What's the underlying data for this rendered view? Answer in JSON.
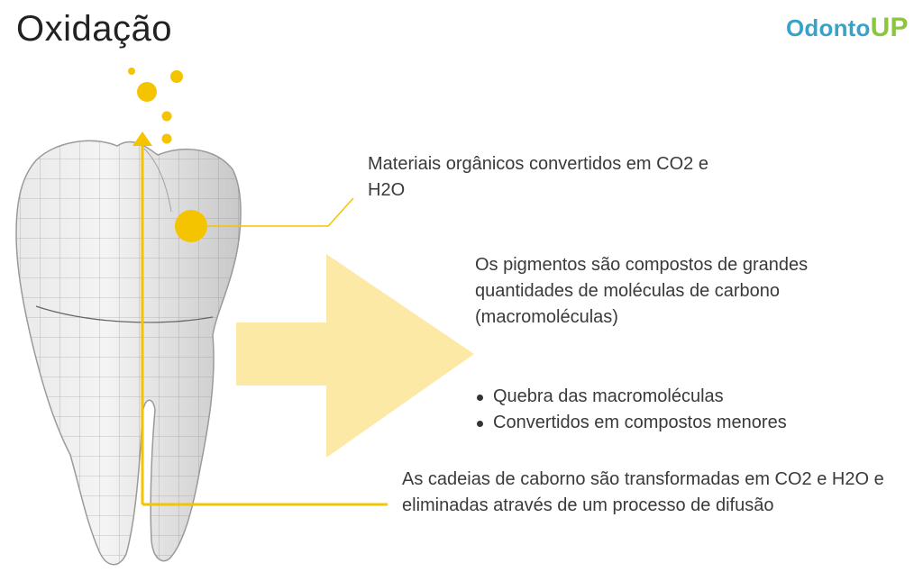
{
  "title": "Oxidação",
  "logo": {
    "part1": "Odonto",
    "part2": "UP"
  },
  "labels": {
    "organic": "Materiais orgânicos convertidos em CO2 e H2O",
    "pigments": "Os pigmentos são compostos de grandes quantidades de moléculas de carbono (macromoléculas)",
    "chains": "As cadeias de caborno são transformadas em CO2  e H2O e eliminadas através de um processo de difusão"
  },
  "bullets": [
    "Quebra das macromoléculas",
    "Convertidos em compostos menores"
  ],
  "colors": {
    "accent": "#f5c400",
    "arrow": "#fde9a6",
    "logo_primary": "#3aa2c8",
    "logo_secondary": "#8cc63f"
  },
  "icons": [
    "tooth-illustration",
    "big-right-arrow",
    "oxygen-bubbles"
  ]
}
